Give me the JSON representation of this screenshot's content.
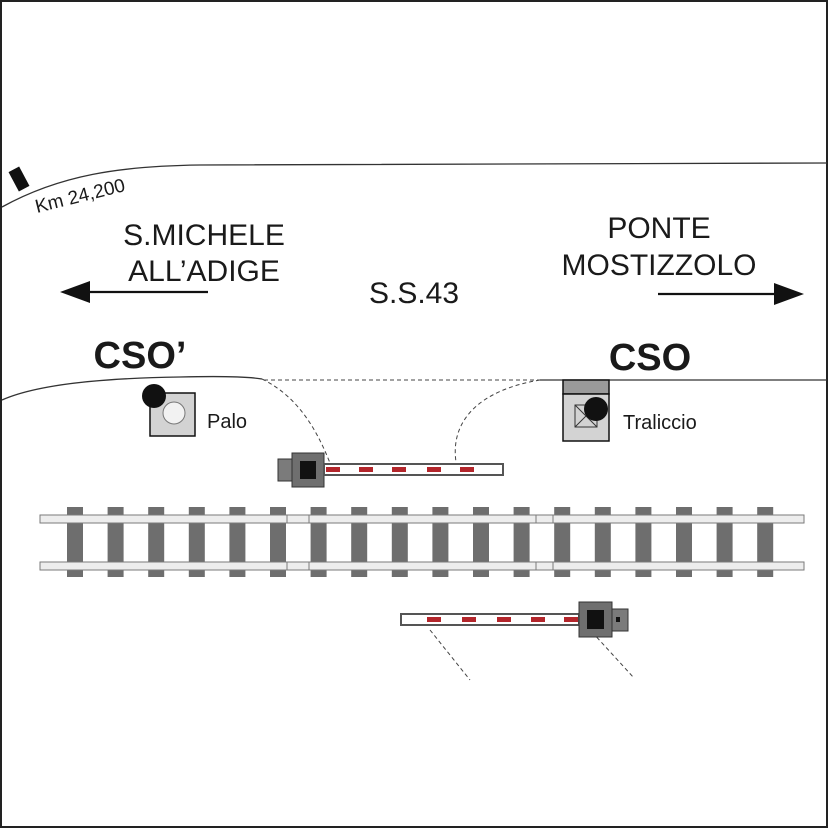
{
  "labels": {
    "km_marker": "Km 24,200",
    "left_destination_line1": "S.MICHELE",
    "left_destination_line2": "ALL’ADIGE",
    "right_destination_line1": "PONTE",
    "right_destination_line2": "MOSTIZZOLO",
    "road_name": "S.S.43",
    "left_station": "CSO’",
    "right_station": "CSO",
    "pole_label": "Palo",
    "pylon_label": "Traliccio"
  },
  "colors": {
    "tie": "#6e6e6e",
    "rail": "#ededed",
    "rail_outline": "#7a7a7a",
    "barrier_red": "#b3262b",
    "barrier_outline": "#555555",
    "box_fill": "#d3d3d3",
    "dark": "#111111"
  }
}
